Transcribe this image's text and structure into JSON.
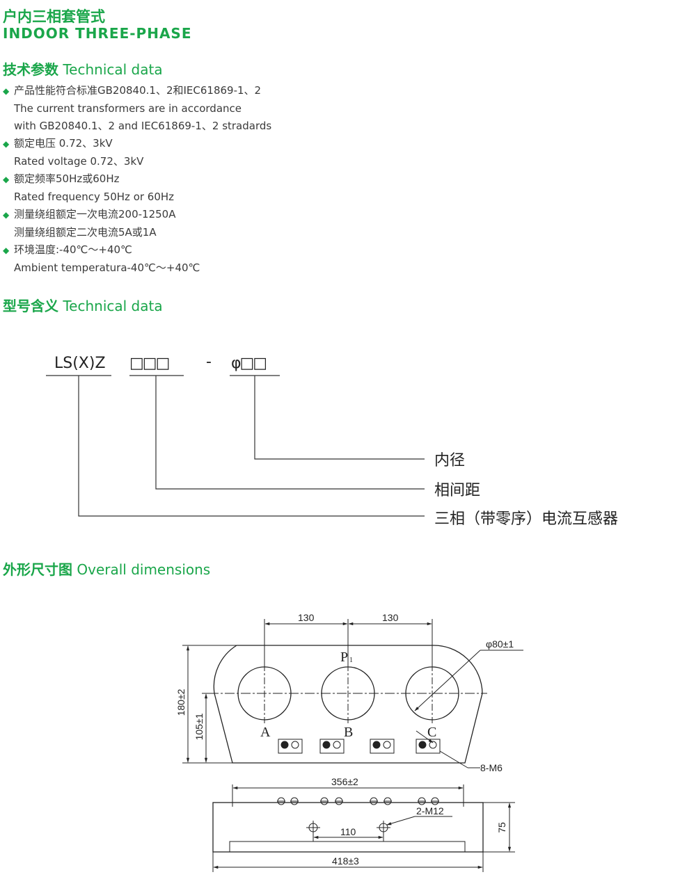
{
  "header": {
    "title_cn": "户内三相套管式",
    "title_en": "INDOOR THREE-PHASE"
  },
  "tech": {
    "heading_cn": "技术参数",
    "heading_en": "Technical data",
    "lines": [
      {
        "bullet": true,
        "text": "产品性能符合标准GB20840.1、2和IEC61869-1、2"
      },
      {
        "bullet": false,
        "text": "The current transformers are in accordance"
      },
      {
        "bullet": false,
        "text": "with GB20840.1、2 and IEC61869-1、2 stradards"
      },
      {
        "bullet": true,
        "text": "额定电压 0.72、3kV"
      },
      {
        "bullet": false,
        "text": "Rated voltage 0.72、3kV"
      },
      {
        "bullet": true,
        "text": "额定频率50Hz或60Hz"
      },
      {
        "bullet": false,
        "text": "Rated frequency 50Hz or 60Hz"
      },
      {
        "bullet": true,
        "text": "测量绕组额定一次电流200-1250A"
      },
      {
        "bullet": false,
        "text": "测量绕组额定二次电流5A或1A"
      },
      {
        "bullet": true,
        "text": "环境温度:-40℃～+40℃"
      },
      {
        "bullet": false,
        "text": "Ambient temperatura-40℃～+40℃"
      }
    ]
  },
  "model": {
    "heading_cn": "型号含义",
    "heading_en": "Technical data",
    "code_prefix": "LS(X)Z",
    "code_boxes_1": "□□□",
    "code_dash": "-",
    "code_phi": "φ□□",
    "label_inner": "内径",
    "label_spacing": "相间距",
    "label_type": "三相（带零序）电流互感器"
  },
  "dims": {
    "heading_cn": "外形尺寸图",
    "heading_en": "Overall dimensions",
    "d130a": "130",
    "d130b": "130",
    "phi": "φ80±1",
    "p1": "P",
    "p1sub": "1",
    "h180": "180±2",
    "h105": "105±1",
    "phaseA": "A",
    "phaseB": "B",
    "phaseC": "C",
    "m6": "8-M6",
    "w356": "356±2",
    "m12": "2-M12",
    "d110": "110",
    "h75": "75",
    "w418": "418±3"
  }
}
